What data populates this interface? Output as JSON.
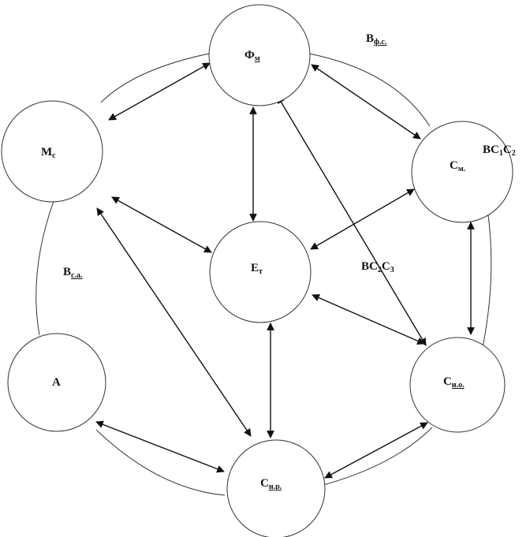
{
  "nodes": {
    "fm": {
      "main": "Ф",
      "sub": "м"
    },
    "ms": {
      "main": "М",
      "sub": "с"
    },
    "sm": {
      "main": "С",
      "sub": "м."
    },
    "et": {
      "main": "Е",
      "sub": "т"
    },
    "a": {
      "main": "А",
      "sub": ""
    },
    "sno": {
      "main": "С",
      "sub": "н.о."
    },
    "snr": {
      "main": "С",
      "sub": "н.р."
    }
  },
  "labels": {
    "bfs": {
      "main": "В",
      "sub": "ф.с."
    },
    "bsa": {
      "main": "В",
      "sub": "с.а."
    },
    "bc1c2": {
      "p1": "ВС",
      "s1": "1",
      "p2": "С",
      "s2": "2"
    },
    "bc2c3": {
      "p1": "ВС",
      "s1": "2",
      "p2": "С",
      "s2": "3"
    }
  },
  "colors": {
    "stroke": "#333333",
    "spellcheck": "#d23c3c"
  }
}
